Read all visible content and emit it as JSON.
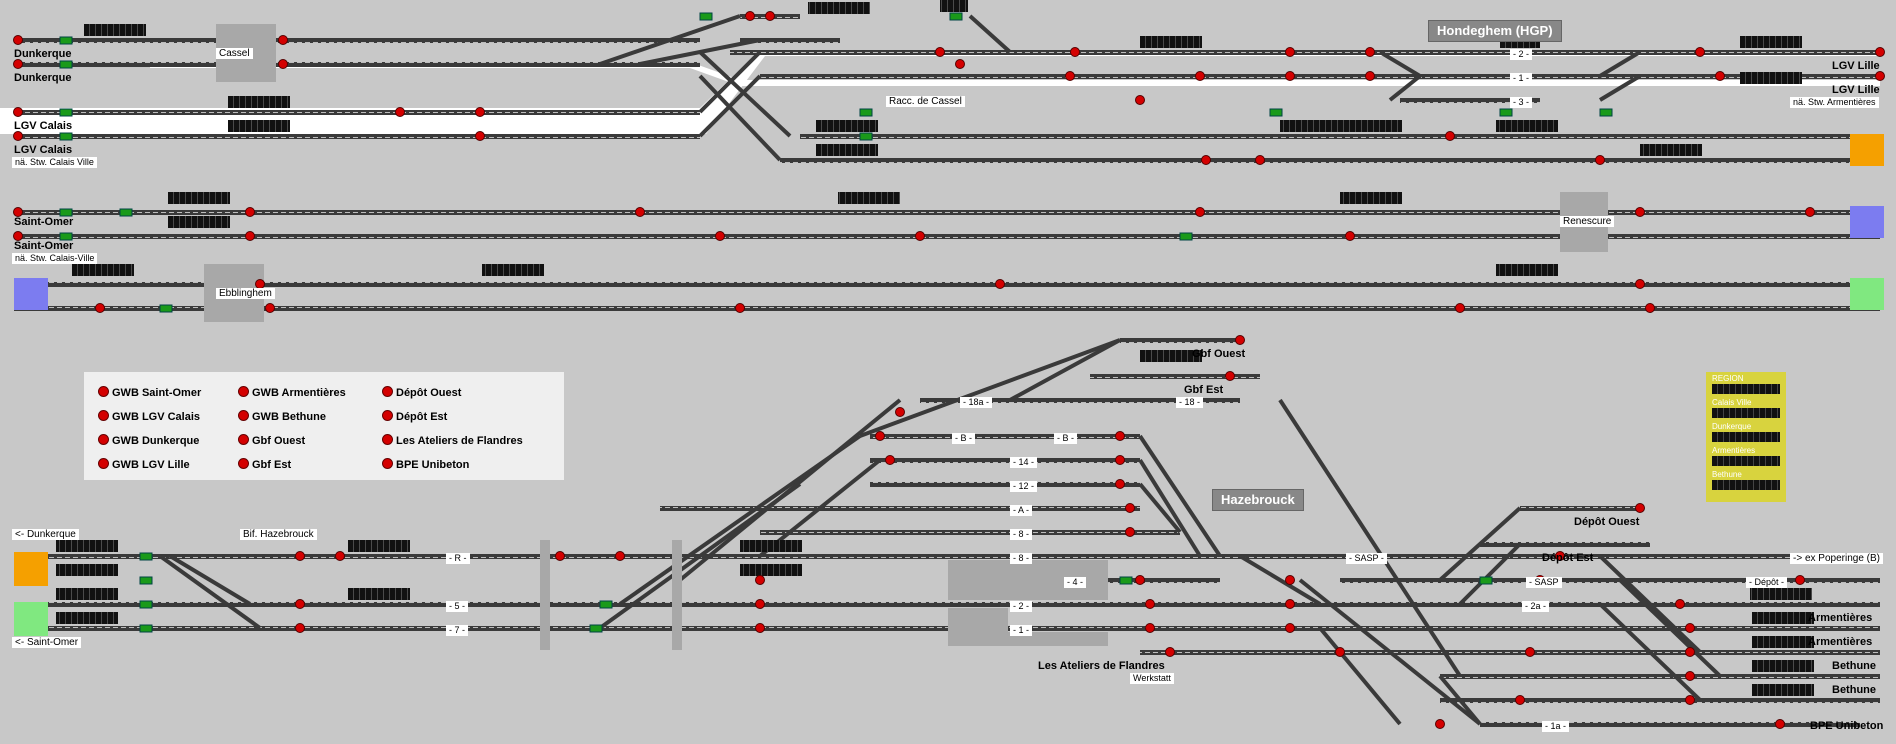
{
  "title": "Hazebrouck interlocking panel",
  "labels": {
    "dunkerque_1": "Dunkerque",
    "dunkerque_2": "Dunkerque",
    "lgv_calais_1": "LGV Calais",
    "lgv_calais_2": "LGV Calais",
    "calais_ville_sub": "nä. Stw. Calais Ville",
    "saint_omer_1": "Saint-Omer",
    "saint_omer_2": "Saint-Omer",
    "calais_ville_sub_2": "nä. Stw. Calais-Ville",
    "lgv_lille_1": "LGV Lille",
    "lgv_lille_2": "LGV Lille",
    "armentieres_sub": "nä. Stw. Armentières",
    "cassel": "Cassel",
    "racc_cassel": "Racc. de Cassel",
    "renescure": "Renescure",
    "ebblinghem": "Ebblinghem",
    "hondeghem": "Hondeghem (HGP)",
    "hazebrouck": "Hazebrouck",
    "gbf_ouest": "Gbf Ouest",
    "gbf_est": "Gbf Est",
    "depot_ouest": "Dépôt Ouest",
    "depot_est": "Dépôt Est",
    "ateliers": "Les Ateliers de Flandres",
    "werkstatt": "Werkstatt",
    "to_dunkerque": "<- Dunkerque",
    "to_saint_omer": "<- Saint-Omer",
    "bif_hazebrouck": "Bif. Hazebrouck",
    "ex_poperinge": "-> ex Poperinge (B)",
    "armentieres_1": "Armentières",
    "armentieres_2": "Armentières",
    "bethune_1": "Bethune",
    "bethune_2": "Bethune",
    "bpe_unibeton": "BPE Unibeton"
  },
  "track_labels": {
    "t18a": "- 18a -",
    "t18": "- 18 -",
    "tB1": "- B -",
    "tB2": "- B -",
    "t14": "- 14 -",
    "t12": "- 12 -",
    "tA": "- A -",
    "t8a": "- 8 -",
    "t8b": "- 8 -",
    "t4": "- 4 -",
    "t2": "- 2 -",
    "t1": "- 1 -",
    "tR": "- R -",
    "t5": "- 5 -",
    "t7": "- 7 -",
    "tSASP1": "- SASP -",
    "tSASP2": "- SASP",
    "t2a": "- 2a -",
    "t1a": "- 1a -",
    "tDepot": "- Dépôt -",
    "h2": "- 2 -",
    "h1": "- 1 -",
    "h3": "- 3 -"
  },
  "legend": [
    {
      "label": "GWB Saint-Omer"
    },
    {
      "label": "GWB LGV Calais"
    },
    {
      "label": "GWB Dunkerque"
    },
    {
      "label": "GWB LGV Lille"
    },
    {
      "label": "GWB Armentières"
    },
    {
      "label": "GWB Bethune"
    },
    {
      "label": "Gbf Ouest"
    },
    {
      "label": "Gbf Est"
    },
    {
      "label": "Dépôt Ouest"
    },
    {
      "label": "Dépôt Est"
    },
    {
      "label": "Les Ateliers de Flandres"
    },
    {
      "label": "BPE Unibeton"
    }
  ],
  "region_box": {
    "items": [
      "REGION",
      "Calais Ville",
      "Dunkerque",
      "Armentières",
      "Bethune"
    ]
  },
  "colors": {
    "background": "#c8c8c8",
    "track": "#3a3a3a",
    "track_dash": "#bdbdbd",
    "signal_red": "#d40000",
    "signal_green": "#1a9a1a",
    "section_orange": "#f5a000",
    "section_blue": "#7c7cf0",
    "section_green": "#80e880",
    "region_yellow": "#d8d33e"
  }
}
